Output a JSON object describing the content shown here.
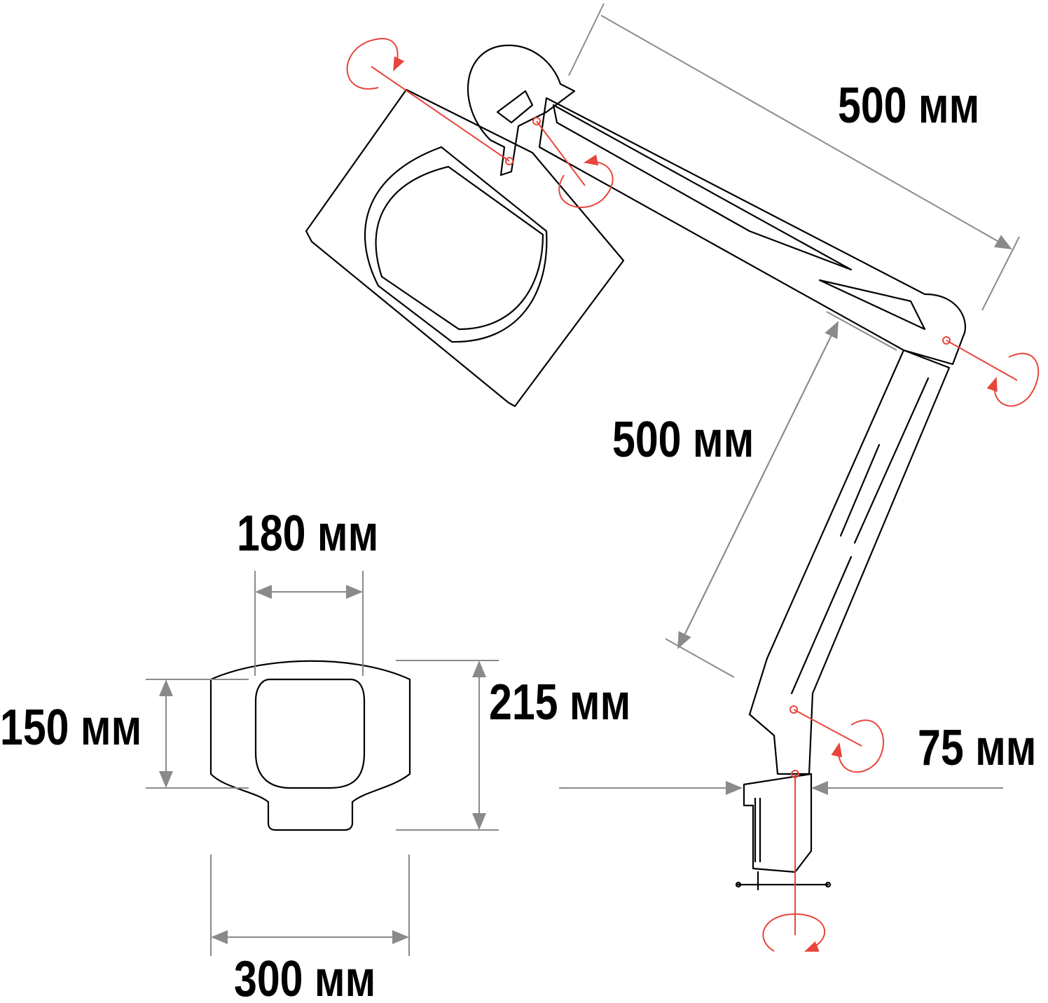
{
  "title": "Magnifier lamp dimensions",
  "colors": {
    "outline": "#000000",
    "dimension": "#8a8a8a",
    "rotation": "#e8453c"
  },
  "labels": {
    "upper_arm": "500 мм",
    "lower_arm": "500 мм",
    "lens_width": "180 мм",
    "lens_height": "150 мм",
    "head_height": "215 мм",
    "head_width": "300 мм",
    "clamp_width": "75 мм"
  }
}
